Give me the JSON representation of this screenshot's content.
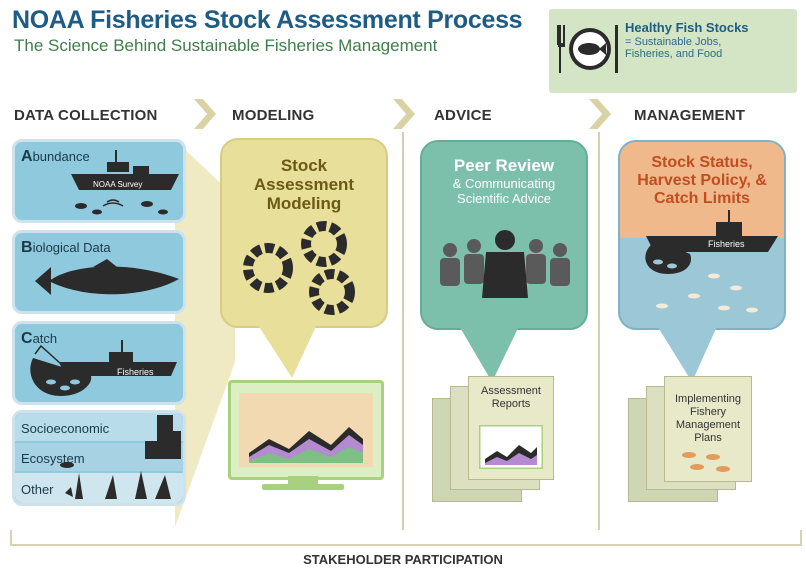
{
  "header": {
    "title": "NOAA Fisheries Stock Assessment Process",
    "subtitle": "The Science Behind Sustainable Fisheries Management"
  },
  "healthy_box": {
    "title": "Healthy Fish Stocks",
    "subtitle": "= Sustainable Jobs, Fisheries, and Food",
    "icon": "plate-fish-icon"
  },
  "stages": {
    "data_collection": "DATA COLLECTION",
    "modeling": "MODELING",
    "advice": "ADVICE",
    "management": "MANAGEMENT"
  },
  "data_collection": {
    "abundance_initial": "A",
    "abundance_rest": "bundance",
    "survey_label": "NOAA Survey",
    "biological_initial": "B",
    "biological_rest": "iological Data",
    "catch_initial": "C",
    "catch_rest": "atch",
    "fisheries_label": "Fisheries",
    "socioeconomic": "Socioeconomic",
    "ecosystem": "Ecosystem",
    "other": "Other"
  },
  "modeling": {
    "card_title": "Stock Assessment Modeling"
  },
  "advice": {
    "card_title": "Peer Review",
    "card_sub": "& Communicating Scientific Advice",
    "doc_label": "Assessment Reports"
  },
  "management": {
    "card_title": "Stock Status, Harvest Policy, & Catch Limits",
    "fisheries_label": "Fisheries",
    "doc_label": "Implementing Fishery Management Plans"
  },
  "footer": "STAKEHOLDER PARTICIPATION",
  "colors": {
    "title_blue": "#1f5c84",
    "subtitle_green": "#3f7d4a",
    "modeling_card": "#e8df9a",
    "advice_card": "#7cc0ac",
    "management_top": "#f0b98b",
    "management_water": "#9cc7d6",
    "data_box": "#8fc9de"
  }
}
